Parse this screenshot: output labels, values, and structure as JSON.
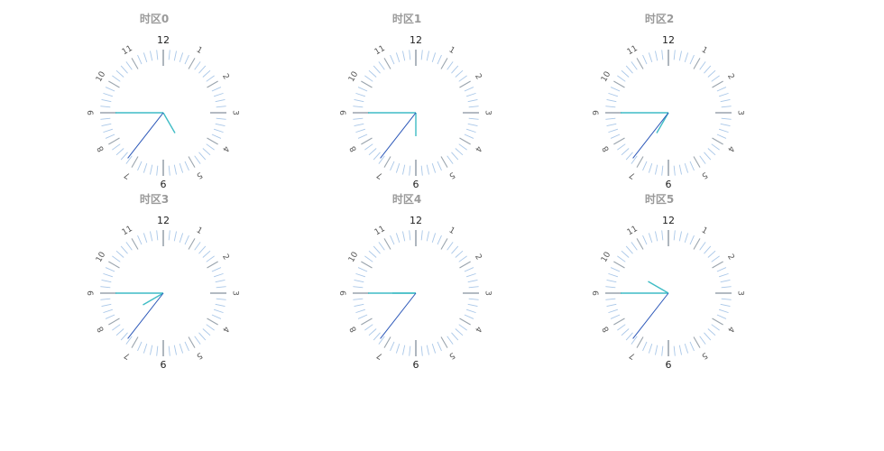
{
  "chart_data": {
    "type": "clock",
    "clocks": [
      {
        "title": "时区0",
        "hour_hand_deg": 150,
        "minute_hand_deg": 270,
        "second_hand_deg": 218
      },
      {
        "title": "时区1",
        "hour_hand_deg": 180,
        "minute_hand_deg": 270,
        "second_hand_deg": 218
      },
      {
        "title": "时区2",
        "hour_hand_deg": 210,
        "minute_hand_deg": 270,
        "second_hand_deg": 218
      },
      {
        "title": "时区3",
        "hour_hand_deg": 240,
        "minute_hand_deg": 270,
        "second_hand_deg": 218
      },
      {
        "title": "时区4",
        "hour_hand_deg": 270,
        "minute_hand_deg": 270,
        "second_hand_deg": 218
      },
      {
        "title": "时区5",
        "hour_hand_deg": 300,
        "minute_hand_deg": 270,
        "second_hand_deg": 218
      }
    ],
    "hour_labels": [
      "12",
      "1",
      "2",
      "3",
      "4",
      "5",
      "6",
      "7",
      "8",
      "9",
      "10",
      "11"
    ],
    "colors": {
      "hour_hand": "#3fbcc5",
      "minute_hand": "#3fbcc5",
      "second_hand": "#2a56b8",
      "tick": "#a9c7e8",
      "major_tick": "#9aa4ad",
      "title": "#9a9a9a"
    }
  }
}
